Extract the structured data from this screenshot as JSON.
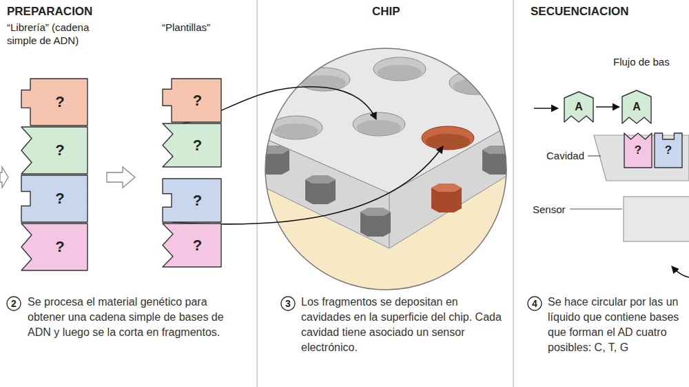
{
  "diagram": {
    "nodes": [
      {
        "text": [
          "?"
        ]
      },
      {
        "text": [
          "?"
        ]
      },
      {
        "text": [
          "?"
        ]
      },
      {
        "text": [
          "?"
        ]
      },
      {
        "text": [
          "?"
        ]
      },
      {
        "text": [
          "?"
        ]
      },
      {
        "text": [
          "?"
        ]
      },
      {
        "text": [
          "?"
        ]
      },
      {
        "text": [
          "A"
        ]
      },
      {
        "text": [
          "A"
        ]
      },
      {
        "text": [
          "?"
        ]
      },
      {
        "text": [
          "?"
        ]
      },
      {
        "text": [
          "2"
        ]
      },
      {
        "text": [
          "3"
        ]
      },
      {
        "text": [
          "4"
        ]
      }
    ],
    "edges": [
      {
        "from": 8,
        "to": 9,
        "arrow": "to"
      }
    ],
    "labels": [
      "PREPARACION",
      "“Librería” (cadena simple de ADN)",
      "“Plantillas”",
      "CHIP",
      "SECUENCIACION",
      "Flujo de bas",
      "Cavidad",
      "Sensor",
      "Se procesa el material genético para obtener una cadena simple de bases de ADN y luego se la corta en fragmentos.",
      "Los fragmentos se depositan en cavidades en la superficie del chip. Cada cavidad tiene asociado un sensor electrónico.",
      "Se hace circular por las un líquido que contiene bases que forman el AD cuatro posibles: C, T, G"
    ]
  }
}
